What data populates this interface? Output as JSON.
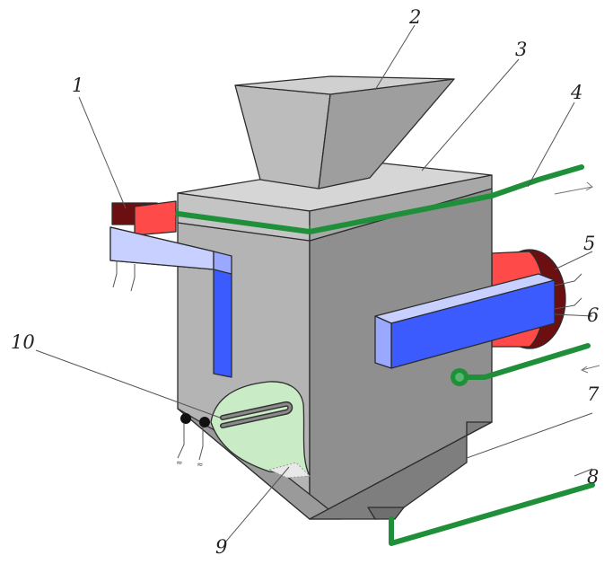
{
  "labels": [
    "1",
    "2",
    "3",
    "4",
    "5",
    "6",
    "7",
    "8",
    "9",
    "10"
  ],
  "colors": {
    "body_front": "#b4b4b4",
    "body_side": "#8f8f8f",
    "top": "#d6d6d6",
    "hopper": "#b0b0b0",
    "pipe": "#1f8f3a",
    "heater": "#3b5bff",
    "heater_light": "#c8d0ff",
    "red": "#ff4a4a",
    "dark_red": "#6b0f10",
    "window": "#c9ecc6"
  }
}
